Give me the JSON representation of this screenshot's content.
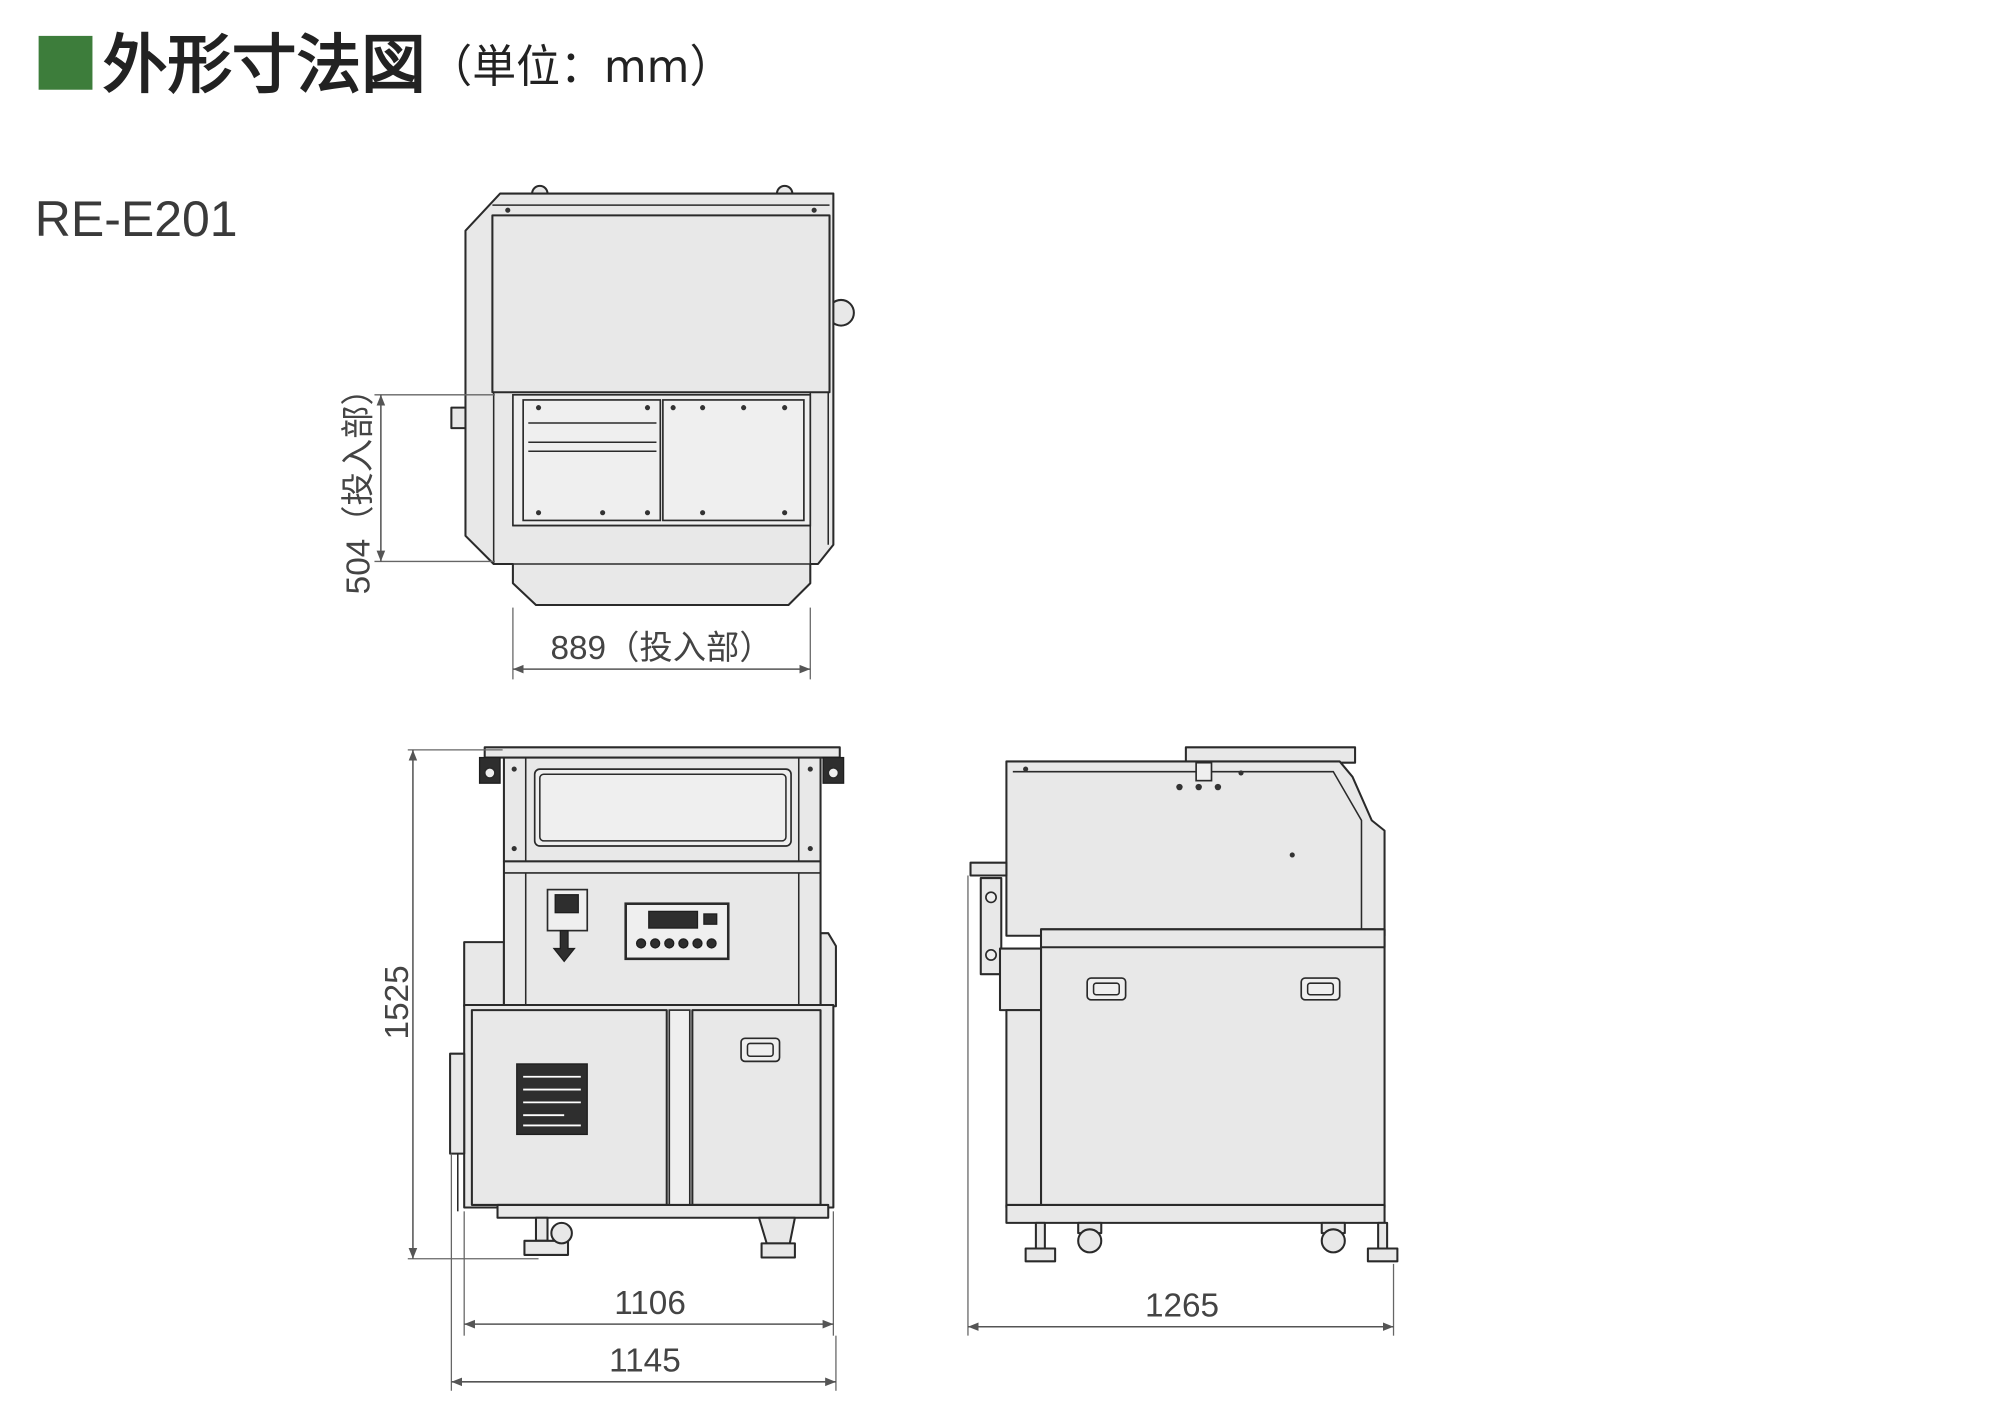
{
  "title": {
    "heading": "外形寸法図",
    "unit": "（単位：mm）",
    "marker_color": "#3d7d3b"
  },
  "model": "RE-E201",
  "top_view": {
    "inlet_depth_label": "504（投入部）",
    "inlet_width_label": "889（投入部）"
  },
  "front_view": {
    "height_label": "1525",
    "width_label": "1106",
    "overall_width_label": "1145"
  },
  "side_view": {
    "depth_label": "1265"
  },
  "colors": {
    "body_fill": "#e8e8e8",
    "line": "#2a2a2a",
    "dimension_line": "#555555"
  }
}
